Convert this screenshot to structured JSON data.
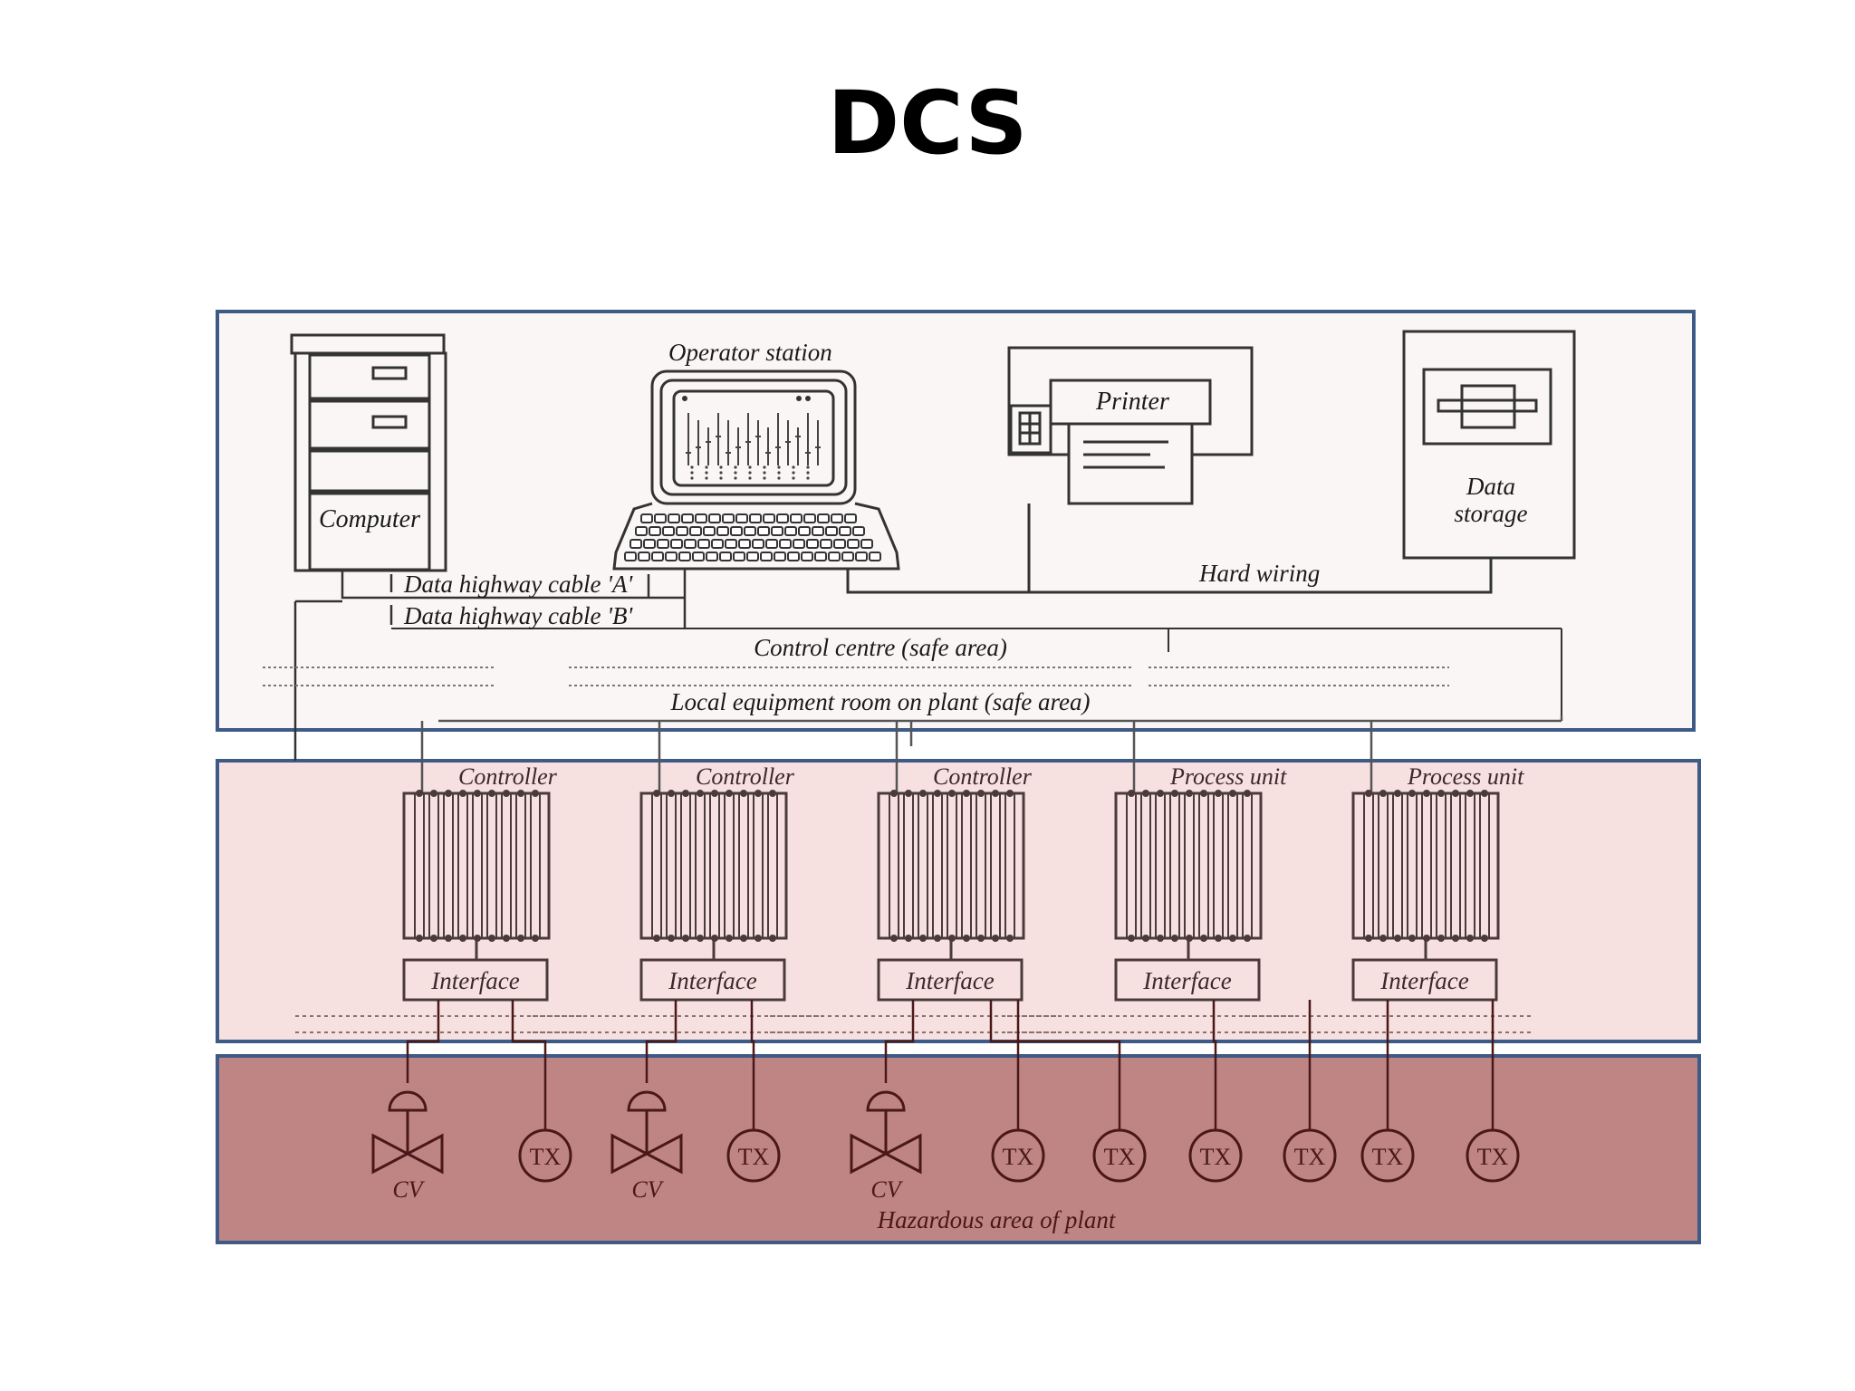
{
  "slide": {
    "title": "DCS"
  },
  "zones": {
    "control_room": {
      "fill": "#fbf6f6",
      "border": "#3e5a86"
    },
    "equipment_room": {
      "fill": "#f6e0e0",
      "border": "#3e5a86"
    },
    "hazardous": {
      "fill": "#bf8585",
      "border": "#3e5a86"
    }
  },
  "labels": {
    "computer": "Computer",
    "operator_station": "Operator station",
    "printer": "Printer",
    "data_storage_line1": "Data",
    "data_storage_line2": "storage",
    "hard_wiring": "Hard wiring",
    "data_highway_a": "Data highway cable 'A'",
    "data_highway_b": "Data highway cable 'B'",
    "control_centre": "Control centre (safe area)",
    "local_equipment_room": "Local equipment room on plant (safe area)",
    "hazardous_area": "Hazardous area of plant"
  },
  "racks": [
    {
      "label": "Controller",
      "interface": "Interface"
    },
    {
      "label": "Controller",
      "interface": "Interface"
    },
    {
      "label": "Controller",
      "interface": "Interface"
    },
    {
      "label": "Process unit",
      "interface": "Interface"
    },
    {
      "label": "Process unit",
      "interface": "Interface"
    }
  ],
  "field_devices": [
    {
      "type": "valve",
      "label": "CV"
    },
    {
      "type": "transmitter",
      "label": "TX"
    },
    {
      "type": "valve",
      "label": "CV"
    },
    {
      "type": "transmitter",
      "label": "TX"
    },
    {
      "type": "valve",
      "label": "CV"
    },
    {
      "type": "transmitter",
      "label": "TX"
    },
    {
      "type": "transmitter",
      "label": "TX"
    },
    {
      "type": "transmitter",
      "label": "TX"
    },
    {
      "type": "transmitter",
      "label": "TX"
    },
    {
      "type": "transmitter",
      "label": "TX"
    },
    {
      "type": "transmitter",
      "label": "TX"
    }
  ]
}
